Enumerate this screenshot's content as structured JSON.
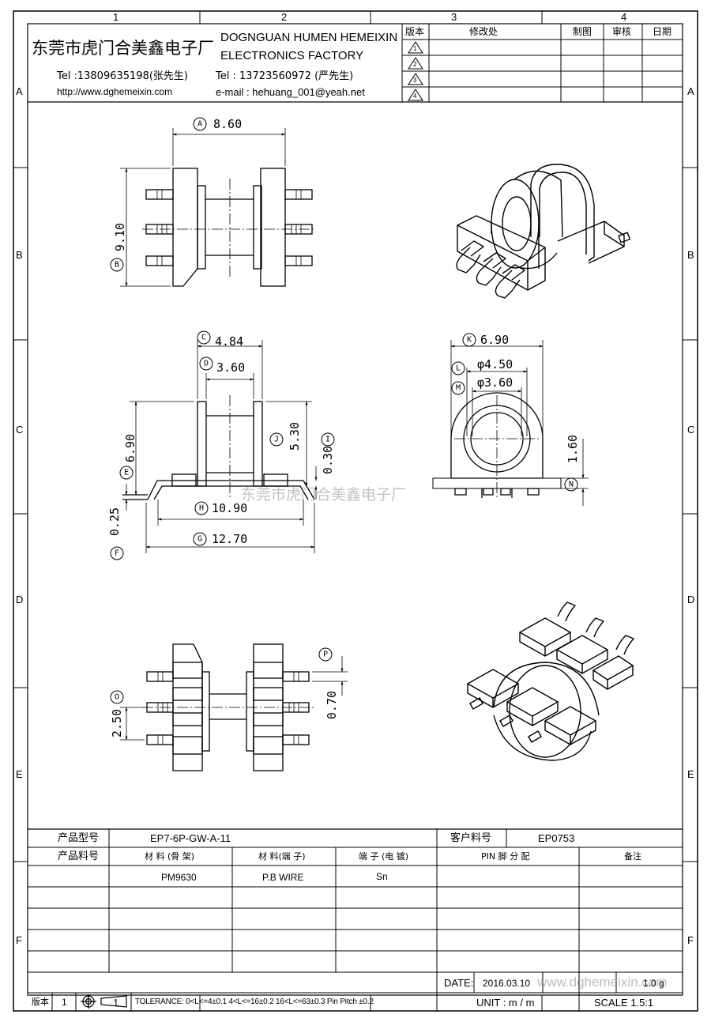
{
  "grid": {
    "columns": [
      "1",
      "2",
      "3",
      "4"
    ],
    "rows": [
      "A",
      "B",
      "C",
      "D",
      "E",
      "F"
    ]
  },
  "company": {
    "name_cn": "东莞市虎门合美鑫电子厂",
    "name_en_1": "DOGNGUAN HUMEN HEMEIXIN",
    "name_en_2": "ELECTRONICS FACTORY",
    "tel1": "Tel :13809635198(张先生)",
    "tel2": "Tel : 13723560972 (严先生)",
    "website": "http://www.dghemeixin.com",
    "email": "e-mail : hehuang_001@yeah.net"
  },
  "revision_table": {
    "headers": [
      "版本",
      "修改处",
      "制图",
      "审核",
      "日期"
    ],
    "rows": [
      "1",
      "2",
      "3",
      "4"
    ]
  },
  "dimensions": {
    "A": "8.60",
    "B": "9.10",
    "C": "4.84",
    "D": "3.60",
    "E": "6.90",
    "F": "0.25",
    "G": "12.70",
    "H": "10.90",
    "I": "0.30",
    "J": "5.30",
    "K": "6.90",
    "L": "φ4.50",
    "M": "φ3.60",
    "N": "1.60",
    "O": "2.50",
    "P": "0.70"
  },
  "labels": {
    "A": "A",
    "B": "B",
    "C": "C",
    "D": "D",
    "E": "E",
    "F": "F",
    "G": "G",
    "H": "H",
    "I": "I",
    "J": "J",
    "K": "K",
    "L": "L",
    "M": "M",
    "N": "N",
    "O": "O",
    "P": "P"
  },
  "watermark": "东莞市虎门合美鑫电子厂",
  "spec": {
    "product_model_label": "产品型号",
    "product_model": "EP7-6P-GW-A-11",
    "customer_pn_label": "客户料号",
    "customer_pn": "EP0753",
    "product_pn_label": "产品料号",
    "col_material_bobbin": "材 料 (骨 架)",
    "col_material_pin": "材 料(端 子)",
    "col_terminal_plating": "端 子 (电 镀)",
    "col_pin_assign": "PIN 脚 分 配",
    "col_remark": "备注",
    "material_bobbin": "PM9630",
    "material_pin": "P.B WIRE",
    "plating": "Sn"
  },
  "footer": {
    "rev_label": "版本",
    "rev_value": "1",
    "tolerance": "TOLERANCE:  0<L<=4±0.1  4<L<=16±0.2  16<L<=63±0.3  Pin Pitch  ±0.2",
    "date_label": "DATE:",
    "date_value": "2016.03.10",
    "watermark_url": "www.dghemeixin.com",
    "weight_value": "1.0 g",
    "unit": "UNIT : m / m",
    "scale": "SCALE  1.5:1"
  }
}
